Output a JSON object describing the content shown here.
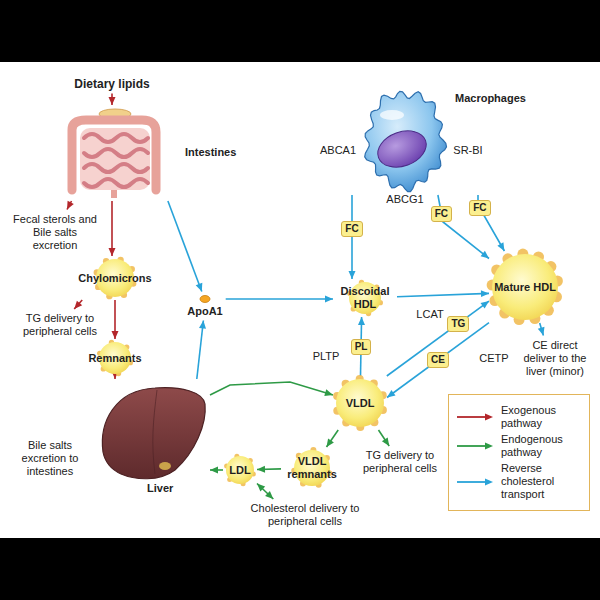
{
  "diagram": {
    "nodes": [
      {
        "text": [
          "Dietary lipids"
        ]
      },
      {
        "text": [
          "Intestines"
        ]
      },
      {
        "text": [
          "Fecal sterols and Bile salts excretion"
        ]
      },
      {
        "text": [
          "Chylomicrons"
        ]
      },
      {
        "text": [
          "TG delivery to peripheral cells"
        ]
      },
      {
        "text": [
          "Remnants"
        ]
      },
      {
        "text": [
          "Liver"
        ]
      },
      {
        "text": [
          "Bile salts excretion to intestines"
        ]
      },
      {
        "text": [
          "ApoA1"
        ]
      },
      {
        "text": [
          "Macrophages"
        ]
      },
      {
        "text": [
          "Discoidal HDL"
        ]
      },
      {
        "text": [
          "Mature HDL"
        ]
      },
      {
        "text": [
          "CE direct deliver to the liver (minor)"
        ]
      },
      {
        "text": [
          "VLDL"
        ]
      },
      {
        "text": [
          "TG delivery to peripheral cells"
        ]
      },
      {
        "text": [
          "VLDL remnants"
        ]
      },
      {
        "text": [
          "LDL"
        ]
      },
      {
        "text": [
          "Cholesterol delivery to peripheral cells"
        ]
      }
    ],
    "edges": [
      {
        "from": 0,
        "to": 1,
        "arrow": "to"
      },
      {
        "from": 1,
        "to": 2,
        "arrow": "to"
      },
      {
        "from": 1,
        "to": 3,
        "arrow": "to"
      },
      {
        "from": 3,
        "to": 4,
        "arrow": "to"
      },
      {
        "from": 3,
        "to": 5,
        "arrow": "to"
      },
      {
        "from": 5,
        "to": 6,
        "arrow": "to"
      },
      {
        "from": 1,
        "to": 8,
        "arrow": "to"
      },
      {
        "from": 6,
        "to": 8,
        "arrow": "to"
      },
      {
        "from": 8,
        "to": 10,
        "arrow": "to"
      },
      {
        "from": 9,
        "to": 10,
        "label": "FC",
        "arrow": "to"
      },
      {
        "from": 9,
        "to": 11,
        "label": "FC",
        "arrow": "to"
      },
      {
        "from": 9,
        "to": 11,
        "label": "FC",
        "arrow": "to"
      },
      {
        "from": 10,
        "to": 11,
        "arrow": "to"
      },
      {
        "from": 11,
        "to": 12,
        "arrow": "to"
      },
      {
        "from": 13,
        "to": 10,
        "label": "PL",
        "arrow": "to"
      },
      {
        "from": 11,
        "to": 13,
        "label": "CE",
        "arrow": "to"
      },
      {
        "from": 13,
        "to": 11,
        "label": "TG",
        "arrow": "to"
      },
      {
        "from": 6,
        "to": 13,
        "arrow": "to"
      },
      {
        "from": 13,
        "to": 14,
        "arrow": "to"
      },
      {
        "from": 13,
        "to": 15,
        "arrow": "to"
      },
      {
        "from": 15,
        "to": 16,
        "arrow": "to"
      },
      {
        "from": 16,
        "to": 6,
        "arrow": "to"
      },
      {
        "from": 16,
        "to": 17,
        "arrow": "both"
      }
    ],
    "labels": [
      "ABCA1",
      "ABCG1",
      "SR-BI",
      "LCAT",
      "PLTP",
      "CETP"
    ],
    "legend": [
      {
        "text": "Exogenous pathway"
      },
      {
        "text": "Endogenous pathway"
      },
      {
        "text": "Reverse cholesterol transport"
      }
    ]
  }
}
